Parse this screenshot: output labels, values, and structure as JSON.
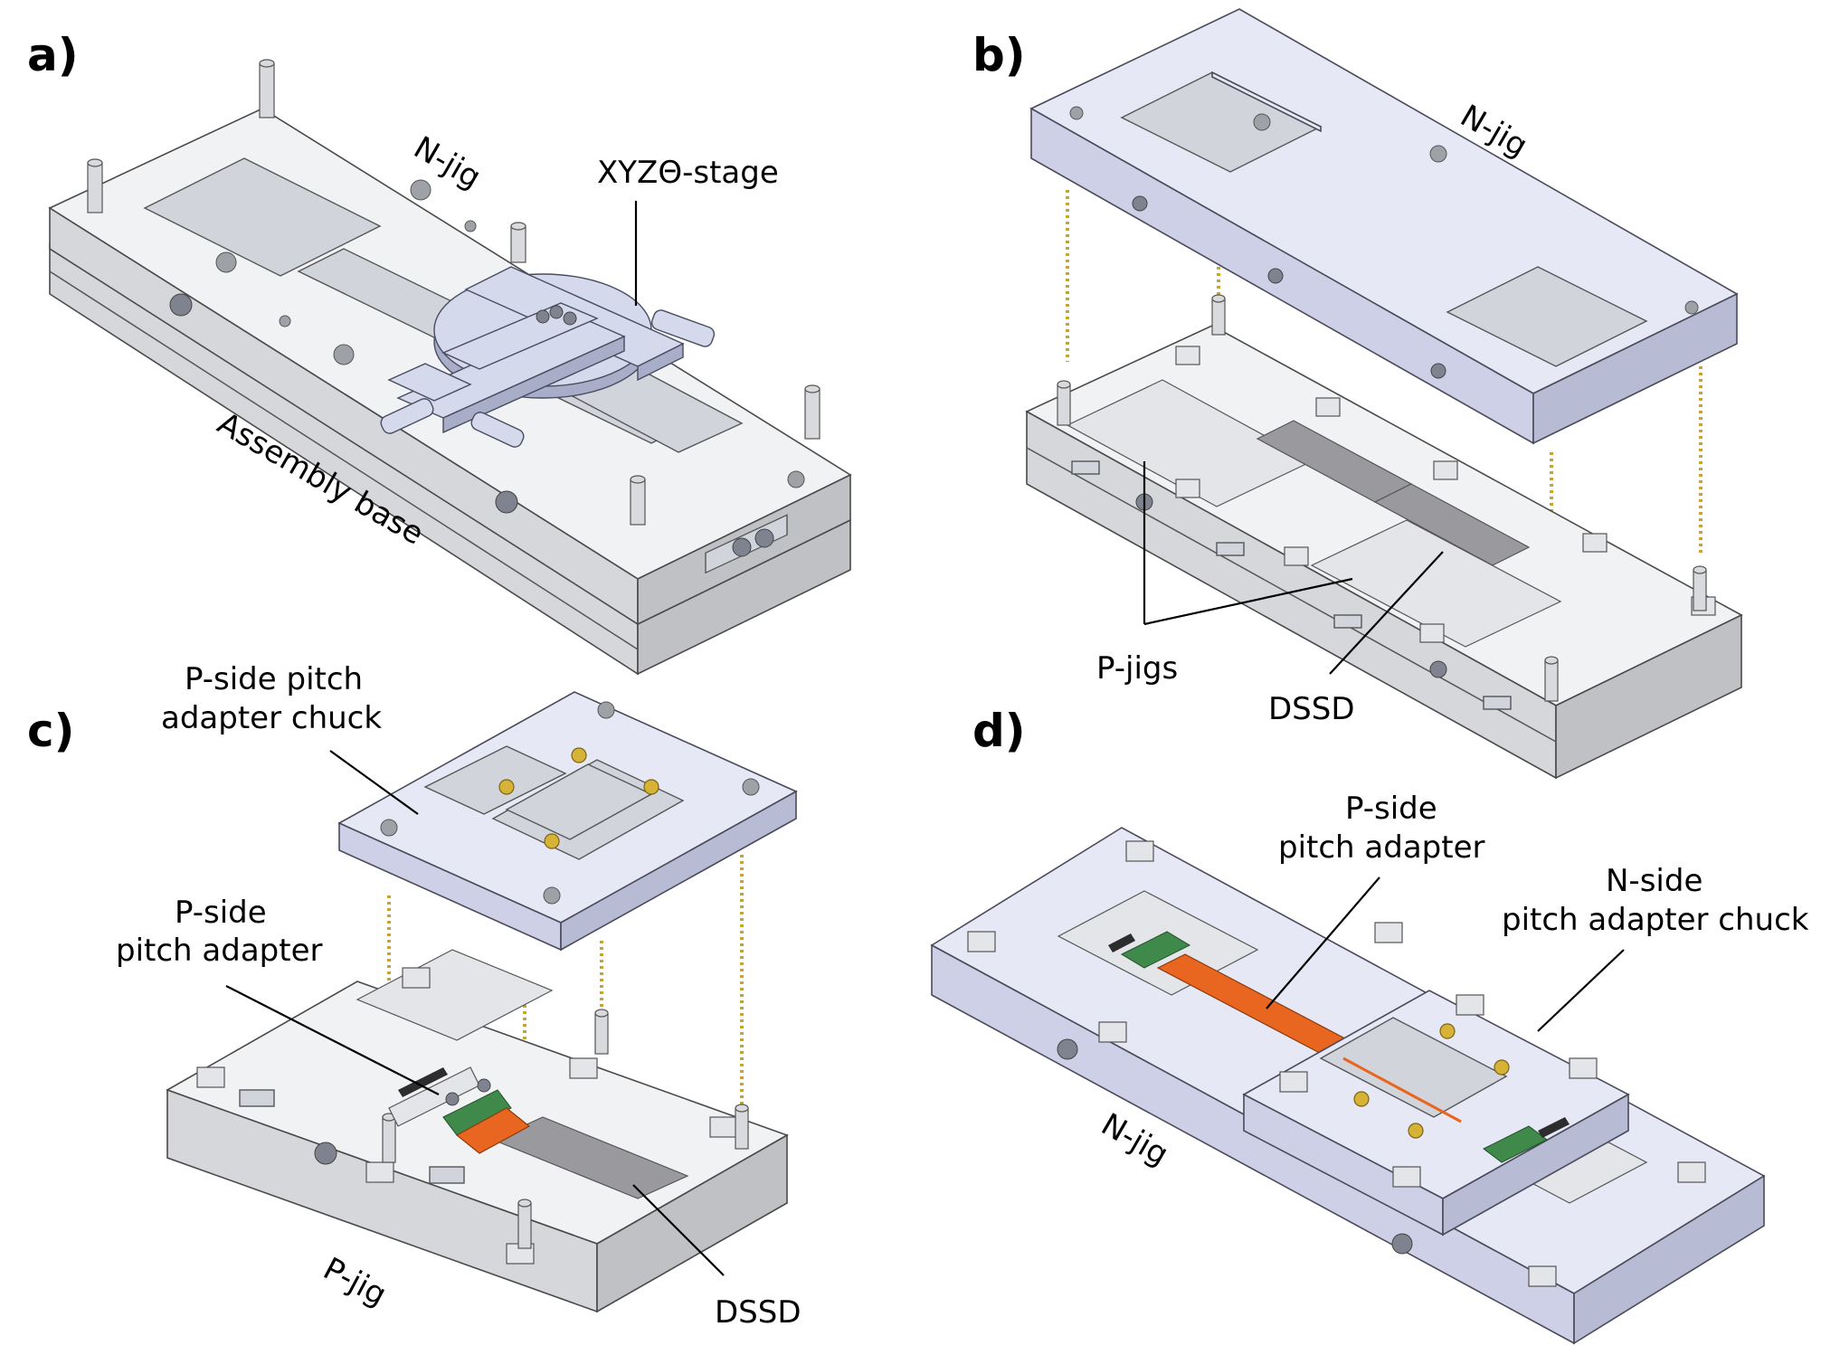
{
  "panels": {
    "a": {
      "label": "a)",
      "texts": {
        "n_jig": "N-jig",
        "stage": "XYZΘ-stage",
        "base": "Assembly base"
      }
    },
    "b": {
      "label": "b)",
      "texts": {
        "n_jig": "N-jig",
        "p_jigs": "P-jigs",
        "dssd": "DSSD"
      }
    },
    "c": {
      "label": "c)",
      "texts": {
        "chuck_line1": "P-side pitch",
        "chuck_line2": "adapter chuck",
        "adapter_line1": "P-side",
        "adapter_line2": "pitch adapter",
        "p_jig": "P-jig",
        "dssd": "DSSD"
      }
    },
    "d": {
      "label": "d)",
      "texts": {
        "p_adapter_line1": "P-side",
        "p_adapter_line2": "pitch adapter",
        "n_chuck_line1": "N-side",
        "n_chuck_line2": "pitch adapter chuck",
        "n_jig": "N-jig"
      }
    }
  },
  "colors": {
    "metal": "#f1f2f4",
    "jig": "#e6e8f5",
    "flex_cable": "#e8661f",
    "pcb": "#3f8a4b",
    "alignment_dots": "#c6a335"
  }
}
